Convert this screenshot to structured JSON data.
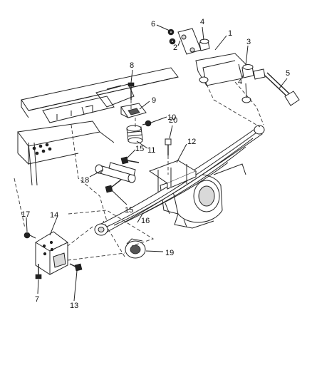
{
  "callouts": {
    "c1": "1",
    "c2": "2",
    "c3": "3",
    "c4a": "4",
    "c4b": "4",
    "c5": "5",
    "c6": "6",
    "c7": "7",
    "c8": "8",
    "c9": "9",
    "c10": "10",
    "c11": "11",
    "c12": "12",
    "c13": "13",
    "c14": "14",
    "c15a": "15",
    "c15b": "15",
    "c16": "16",
    "c17": "17",
    "c18": "18",
    "c19": "19",
    "c20": "20"
  }
}
